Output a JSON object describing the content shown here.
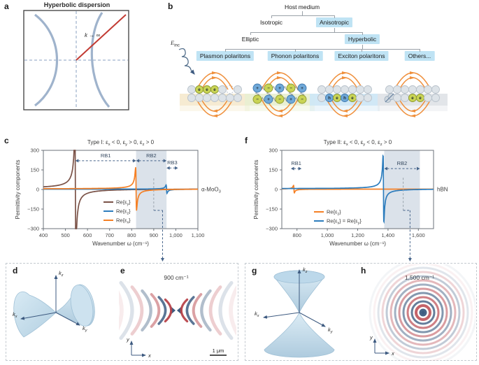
{
  "figure": {
    "panel_labels": {
      "a": "a",
      "b": "b",
      "c": "c",
      "d": "d",
      "e": "e",
      "f": "f",
      "g": "g",
      "h": "h"
    },
    "panel_a": {
      "title": "Hyperbolic dispersion",
      "k_label": "k → ∞"
    },
    "panel_b": {
      "tree": {
        "root": "Host medium",
        "level2": [
          "Isotropic",
          "Anisotropic"
        ],
        "level3": [
          "Elliptic",
          "Hyperbolic"
        ],
        "leaves": [
          "Plasmon polaritons",
          "Phonon polaritons",
          "Exciton polaritons",
          "Others..."
        ]
      },
      "e_inc_base": "E",
      "e_inc_sub": "inc",
      "illustrations": [
        {
          "name": "plasmon-polaritons",
          "band": "#f5ead0",
          "big": false,
          "springs": false,
          "rows": [
            [
              "gray",
              "e",
              "e",
              "e",
              "gray",
              "ghost",
              "gray"
            ],
            [
              "gray",
              "gray",
              "gray",
              "gray",
              "gray",
              "gray",
              "gray"
            ]
          ]
        },
        {
          "name": "phonon-polaritons",
          "band": "#e9efd2",
          "big": true,
          "springs": true,
          "rows": [
            [
              "plus",
              "minus",
              "plus",
              "minus",
              "plus"
            ],
            [
              "minus",
              "plus",
              "minus",
              "plus",
              "minus"
            ]
          ]
        },
        {
          "name": "exciton-polaritons",
          "band": "#cfe7f6",
          "big": false,
          "springs": false,
          "rows": [
            [
              "gray",
              "gray",
              "gray",
              "gray",
              "gray",
              "gray",
              "gray"
            ],
            [
              "gray",
              "h",
              "e",
              "h",
              "e",
              "gray",
              "gray"
            ]
          ]
        },
        {
          "name": "others",
          "band": "#e0e4e8",
          "big": false,
          "springs": false,
          "rows": [
            [
              "gray",
              "gray",
              "gray",
              "gray",
              "gray",
              "gray",
              "gray"
            ],
            [
              "spin",
              "gray",
              "gray",
              "e",
              "e",
              "gray",
              "gray"
            ]
          ]
        }
      ]
    },
    "k_axis": {
      "k": "k",
      "x": "x",
      "y": "y",
      "z": "z"
    },
    "panel_e": {
      "freq": "900 cm⁻¹",
      "scale_bar": "1 μm",
      "axis_x": "x",
      "axis_y": "y",
      "pattern": {
        "neg_color": "#31537a",
        "pos_color": "#b8434a",
        "offsets": [
          5,
          12,
          20,
          30,
          41,
          53,
          66,
          80
        ],
        "opacities": [
          0.95,
          0.8,
          0.5,
          0.38,
          0.26,
          0.17,
          0.1,
          0.05
        ]
      }
    },
    "panel_h": {
      "freq": "1,500 cm⁻¹",
      "axis_x": "x",
      "axis_y": "y",
      "rings": {
        "neg_color": "#31537a",
        "pos_color": "#b8434a",
        "count": 13,
        "base_radius": 4,
        "spacing": 5.4
      }
    }
  },
  "chart_data": [
    {
      "panel": "c",
      "type": "line",
      "title": "Type I: εx < 0, εy > 0, εz > 0",
      "title_segments": [
        {
          "t": "Type I: ε"
        },
        {
          "t": "x",
          "s": "sub"
        },
        {
          "t": " < 0, ε"
        },
        {
          "t": "y",
          "s": "sub"
        },
        {
          "t": " > 0, ε"
        },
        {
          "t": "z",
          "s": "sub"
        },
        {
          "t": " > 0"
        }
      ],
      "xlabel": "Wavenumber ω (cm⁻¹)",
      "ylabel": "Permittivity components",
      "xlim": [
        400,
        1100
      ],
      "ylim": [
        -300,
        300
      ],
      "xticks": [
        {
          "v": 400,
          "l": "400"
        },
        {
          "v": 500,
          "l": "500"
        },
        {
          "v": 600,
          "l": "600"
        },
        {
          "v": 700,
          "l": "700"
        },
        {
          "v": 800,
          "l": "800"
        },
        {
          "v": 900,
          "l": "900"
        },
        {
          "v": 1000,
          "l": "1,000"
        },
        {
          "v": 1100,
          "l": "1,100"
        }
      ],
      "yticks": [
        {
          "v": 300,
          "l": "300"
        },
        {
          "v": 150,
          "l": "150"
        },
        {
          "v": 0,
          "l": "0"
        },
        {
          "v": -150,
          "l": "−150"
        },
        {
          "v": -300,
          "l": "−300"
        }
      ],
      "material": "α-MoO₃",
      "material_segments": [
        {
          "t": "α-MoO"
        },
        {
          "t": "3",
          "s": "sub"
        }
      ],
      "series": [
        {
          "label": "Re{εy}",
          "segments": [
            {
              "t": "Re{ε"
            },
            {
              "t": "y",
              "s": "sub"
            },
            {
              "t": "}"
            }
          ],
          "color": "#7a5247",
          "eps_inf": 5.0,
          "w_to": 545,
          "w_lo": 851,
          "gamma": 4
        },
        {
          "label": "Re{εz}",
          "segments": [
            {
              "t": "Re{ε"
            },
            {
              "t": "z",
              "s": "sub"
            },
            {
              "t": "}"
            }
          ],
          "color": "#2d7dbd",
          "eps_inf": 2.4,
          "w_to": 958,
          "w_lo": 1010,
          "gamma": 4
        },
        {
          "label": "Re{εx}",
          "segments": [
            {
              "t": "Re{ε"
            },
            {
              "t": "x",
              "s": "sub"
            },
            {
              "t": "}"
            }
          ],
          "color": "#f58025",
          "eps_inf": 4.0,
          "w_to": 820,
          "w_lo": 972,
          "gamma": 4
        }
      ],
      "bands": [
        {
          "label": "RB1",
          "from": 545,
          "to": 820,
          "arrow_y": 220,
          "shaded": false
        },
        {
          "label": "RB2",
          "from": 820,
          "to": 958,
          "arrow_y": 220,
          "shaded": true
        },
        {
          "label": "RB3",
          "from": 958,
          "to": 1010,
          "arrow_y": 165,
          "shaded": false
        }
      ],
      "marker": {
        "x": 900,
        "from_y": 85,
        "to_y": -160,
        "elbow_x": 940
      }
    },
    {
      "panel": "f",
      "type": "line",
      "title": "Type II: εx < 0, εy < 0, εz > 0",
      "title_segments": [
        {
          "t": "Type II: ε"
        },
        {
          "t": "x",
          "s": "sub"
        },
        {
          "t": " < 0, ε"
        },
        {
          "t": "y",
          "s": "sub"
        },
        {
          "t": " < 0, ε"
        },
        {
          "t": "z",
          "s": "sub"
        },
        {
          "t": " > 0"
        }
      ],
      "xlabel": "Wavenumber ω (cm⁻¹)",
      "ylabel": "Permittivity components",
      "xlim": [
        700,
        1700
      ],
      "ylim": [
        -300,
        300
      ],
      "xticks": [
        {
          "v": 800,
          "l": "800"
        },
        {
          "v": 1000,
          "l": "1,000"
        },
        {
          "v": 1200,
          "l": "1,200"
        },
        {
          "v": 1400,
          "l": "1,400"
        },
        {
          "v": 1600,
          "l": "1,600"
        }
      ],
      "yticks": [
        {
          "v": 300,
          "l": "300"
        },
        {
          "v": 150,
          "l": "150"
        },
        {
          "v": 0,
          "l": "0"
        },
        {
          "v": -150,
          "l": "−150"
        },
        {
          "v": -300,
          "l": "−300"
        }
      ],
      "material": "hBN",
      "material_segments": [
        {
          "t": "hBN"
        }
      ],
      "series": [
        {
          "label": "Re{εz}",
          "segments": [
            {
              "t": "Re{ε"
            },
            {
              "t": "z",
              "s": "sub"
            },
            {
              "t": "}"
            }
          ],
          "color": "#f58025",
          "eps_inf": 2.8,
          "w_to": 780,
          "w_lo": 830,
          "gamma": 5
        },
        {
          "label": "Re{εx} = Re{εy}",
          "segments": [
            {
              "t": "Re{ε"
            },
            {
              "t": "x",
              "s": "sub"
            },
            {
              "t": "} = Re{ε"
            },
            {
              "t": "y",
              "s": "sub"
            },
            {
              "t": "}"
            }
          ],
          "color": "#2d7dbd",
          "eps_inf": 4.9,
          "w_to": 1370,
          "w_lo": 1610,
          "gamma": 5
        }
      ],
      "bands": [
        {
          "label": "RB1",
          "from": 760,
          "to": 830,
          "arrow_y": 160,
          "shaded": false
        },
        {
          "label": "RB2",
          "from": 1375,
          "to": 1610,
          "arrow_y": 160,
          "shaded": true
        }
      ],
      "marker": {
        "x": 1500,
        "from_y": 90,
        "to_y": -160,
        "elbow_x": 1545
      }
    }
  ],
  "colors": {
    "shade": "#dbe2ea",
    "arrow_navy": "#46648a",
    "marker_gray": "#9aa3ac",
    "highlight": "#bfe3f4",
    "hyperbola": "#9fb3cc",
    "red": "#c23b33",
    "field_orange": "#ef8f3b",
    "surface": "#cfe4f0"
  }
}
